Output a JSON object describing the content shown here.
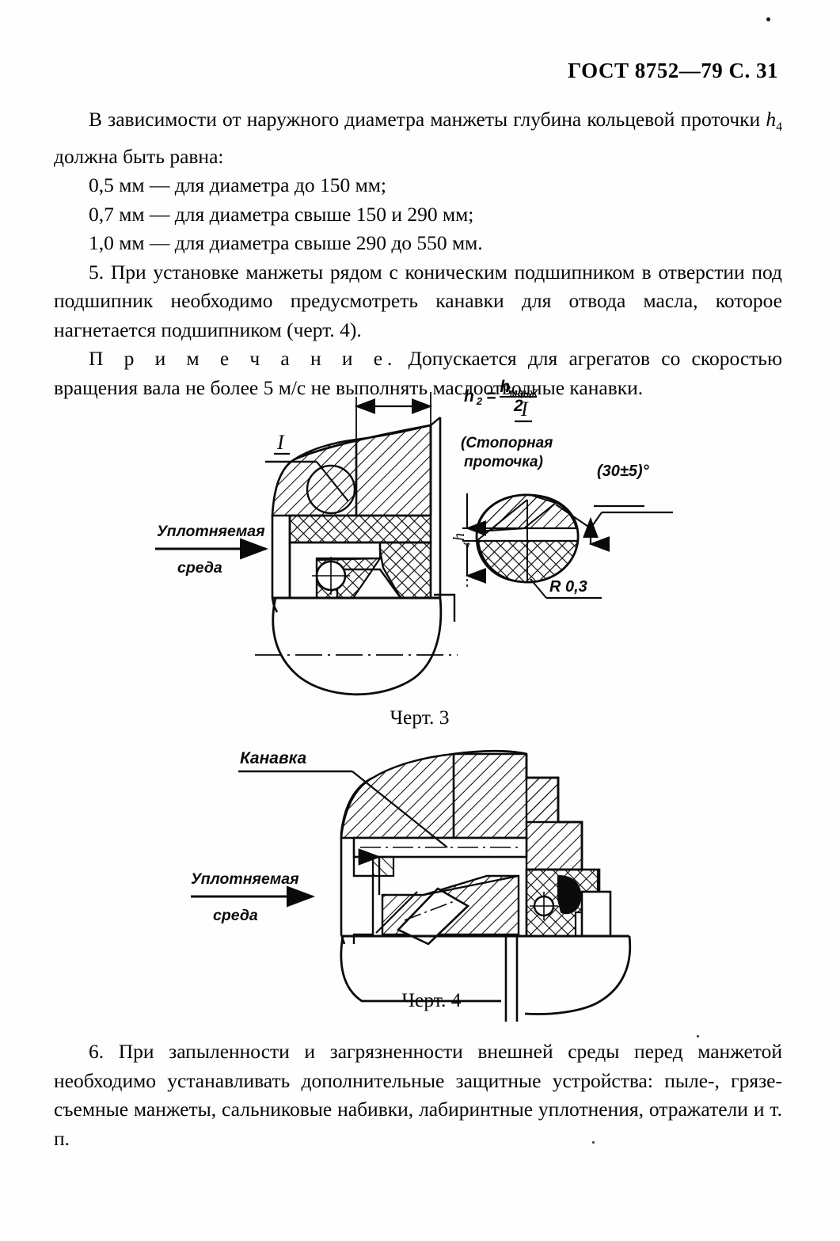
{
  "document": {
    "standard_header": "ГОСТ 8752—79 С. 31",
    "page_number": "31"
  },
  "body": {
    "paragraph_1": "В зависимости от наружного диаметра манжеты глубина кольцевой проточки h4 должна быть равна:",
    "paragraph_1_pre": "В зависимости от наружного диаметра манжеты глубина кольцевой проточки ",
    "paragraph_1_var": "h",
    "paragraph_1_sub": "4",
    "paragraph_1_post": " должна быть равна:",
    "list_items": [
      "0,5 мм — для диаметра до 150 мм;",
      "0,7 мм — для диаметра свыше 150 и 290 мм;",
      "1,0 мм — для диаметра свыше 290 до 550 мм."
    ],
    "paragraph_2": "5. При установке манжеты рядом с коническим подшипником в отверстии под подшипник необходимо предусмотреть канавки для отвода масла, которое нагнетается подшипником (черт. 4).",
    "note_label": "П р и м е ч а н и е.",
    "note_text": " Допускается для агрегатов со скоростью вращения вала не более 5 м/с не выполнять маслоотводные канавки.",
    "paragraph_6": "6. При запыленности и загрязненности внешней среды перед манжетой необходимо устанавливать дополнительные защитные устройства: пыле-, грязе-съемные манжеты, сальниковые набивки, лабиринтные уплотнения, отражатели и т. п."
  },
  "figure_3": {
    "caption": "Черт. 3",
    "detail_marker": "I",
    "detail_title_marker": "I",
    "detail_subtitle_line1": "(Стопорная",
    "detail_subtitle_line2": "проточка)",
    "medium_label_line1": "Уплотняемая",
    "medium_label_line2": "среда",
    "dim_h2": "h",
    "dim_h2_sub": "2",
    "dim_equals": "=",
    "dim_numerator": "h",
    "dim_numerator_sub": "манж",
    "dim_denominator": "2",
    "dim_h4": "h",
    "dim_h4_sub": "4",
    "angle_note": "(30±5)°",
    "radius_note": "R 0,3"
  },
  "figure_4": {
    "caption": "Черт. 4",
    "groove_label": "Канавка",
    "medium_label_line1": "Уплотняемая",
    "medium_label_line2": "среда"
  },
  "colors": {
    "ink": "#050505",
    "paper": "#ffffff"
  }
}
